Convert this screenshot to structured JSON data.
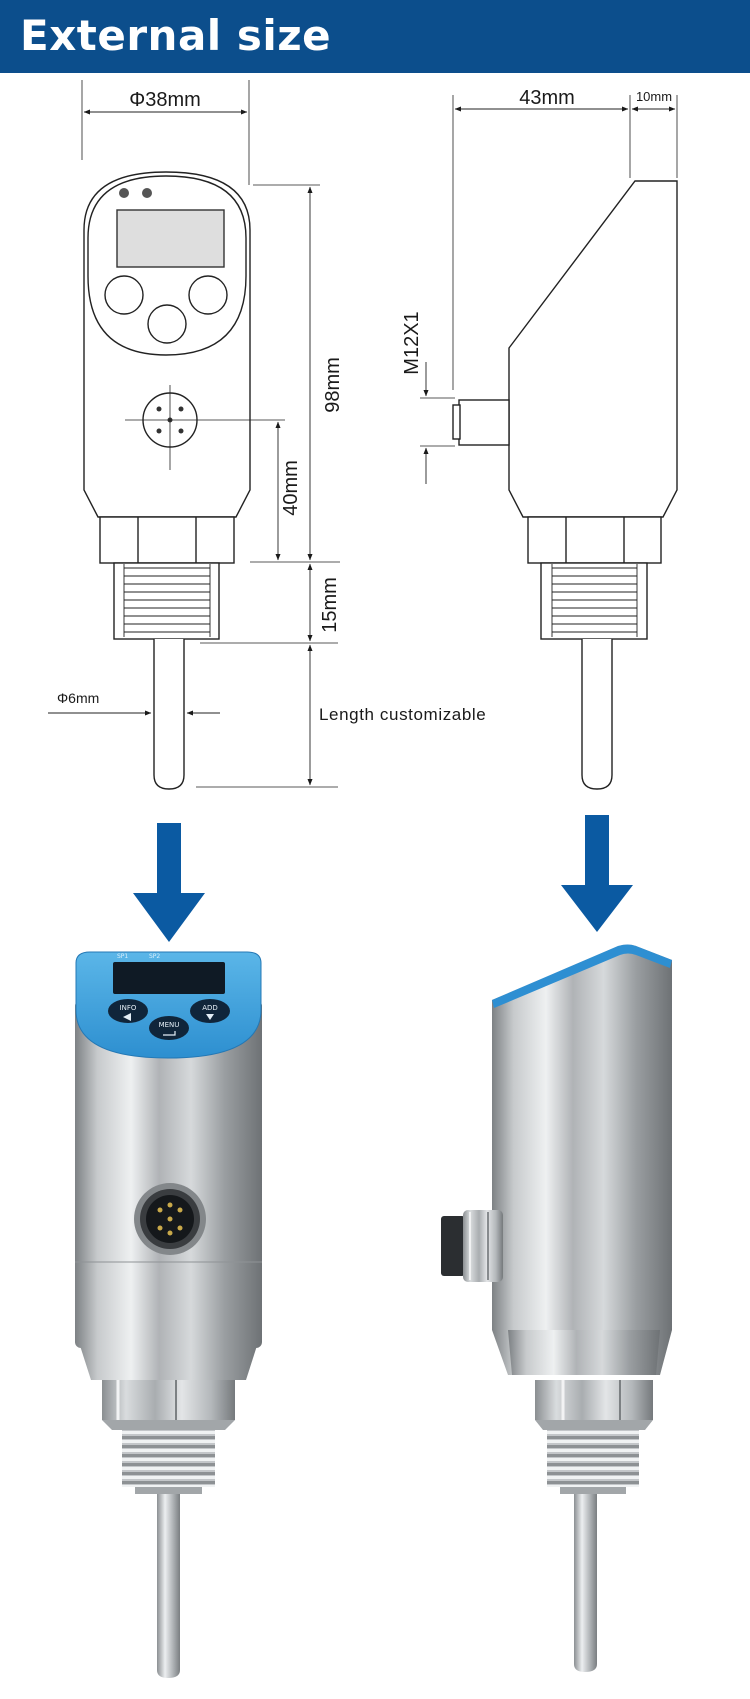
{
  "header": {
    "title": "External size"
  },
  "dimensions": {
    "body_diameter": "Φ38mm",
    "total_height": "98mm",
    "connector_offset": "40mm",
    "thread_length": "15mm",
    "probe_diameter": "Φ6mm",
    "probe_length_note": "Length customizable",
    "body_depth": "43mm",
    "connector_depth": "10mm",
    "connector_type": "M12X1"
  },
  "device_labels": {
    "led_1": "SP1",
    "led_2": "SP2",
    "button_left": "INFO",
    "button_center": "MENU",
    "button_right": "ADD"
  },
  "colors": {
    "banner": "#0c4e8c",
    "arrow": "#0b5aa2",
    "keypad_blue": "#3fa3dd",
    "steel": "#b9bcbf"
  },
  "icons": [
    "down-arrow-icon",
    "triangle-left-icon",
    "enter-icon",
    "triangle-down-icon"
  ]
}
